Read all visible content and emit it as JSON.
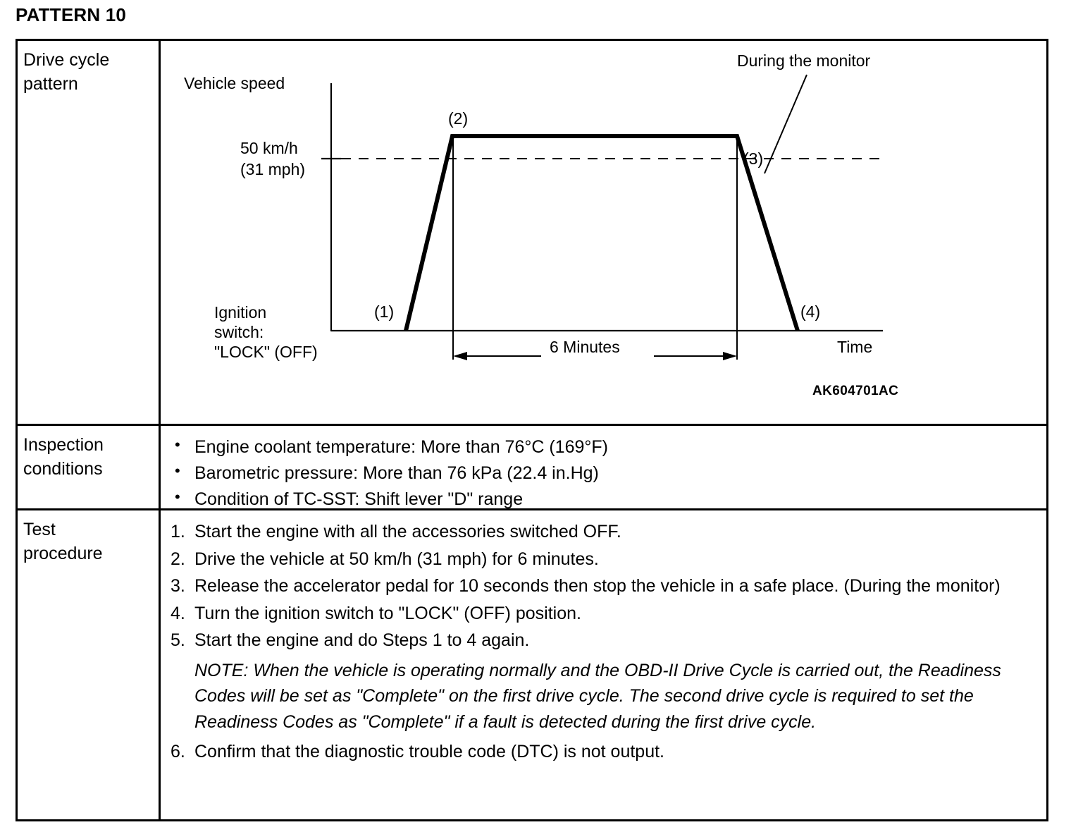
{
  "page": {
    "title": "PATTERN 10"
  },
  "table": {
    "rows": [
      {
        "label": "Drive cycle\npattern"
      },
      {
        "label": "Inspection\nconditions"
      },
      {
        "label": "Test\nprocedure"
      }
    ],
    "row_labels": {
      "drive_cycle": "Drive cycle pattern",
      "inspection": "Inspection conditions",
      "test": "Test procedure"
    }
  },
  "diagram": {
    "y_axis_label": "Vehicle speed",
    "x_axis_label": "Time",
    "speed_label_line1": "50 km/h",
    "speed_label_line2": "(31 mph)",
    "ignition_label_line1": "Ignition",
    "ignition_label_line2": "switch:",
    "ignition_label_line3": "\"LOCK\" (OFF)",
    "monitor_callout": "During the monitor",
    "duration_label": "6 Minutes",
    "figure_code": "AK604701AC",
    "points": [
      {
        "id": "1",
        "label": "(1)"
      },
      {
        "id": "2",
        "label": "(2)"
      },
      {
        "id": "3",
        "label": "(3)"
      },
      {
        "id": "4",
        "label": "(4)"
      }
    ]
  },
  "chart_data": {
    "type": "line",
    "title": "Drive cycle pattern",
    "xlabel": "Time",
    "ylabel": "Vehicle speed",
    "series": [
      {
        "name": "Vehicle speed",
        "x": [
          0,
          1,
          7,
          8
        ],
        "y": [
          0,
          50,
          50,
          0
        ],
        "point_labels": [
          "(1)",
          "(2)",
          "(3)",
          "(4)"
        ]
      }
    ],
    "reference_lines": [
      {
        "axis": "y",
        "value": 50,
        "label": "50 km/h (31 mph)",
        "style": "dashed"
      }
    ],
    "annotations": [
      {
        "text": "During the monitor",
        "target": "deceleration segment between (3) and (4)"
      },
      {
        "text": "6 Minutes",
        "span": "from (2) to (3)"
      },
      {
        "text": "Ignition switch: \"LOCK\" (OFF)",
        "target": "x-axis baseline"
      }
    ],
    "grid": false,
    "legend": "none"
  },
  "inspection_conditions": [
    "Engine coolant temperature: More than 76°C (169°F)",
    "Barometric pressure: More than 76 kPa (22.4 in.Hg)",
    "Condition of TC-SST: Shift lever \"D\" range"
  ],
  "test_procedure": {
    "steps": [
      {
        "num": "1.",
        "text": "Start the engine with all the accessories switched OFF."
      },
      {
        "num": "2.",
        "text": "Drive the vehicle at 50 km/h (31 mph) for 6 minutes."
      },
      {
        "num": "3.",
        "text": "Release the accelerator pedal for 10 seconds then stop the vehicle in a safe place. (During the monitor)"
      },
      {
        "num": "4.",
        "text": "Turn the ignition switch to \"LOCK\" (OFF) position."
      },
      {
        "num": "5.",
        "text": "Start the engine and do Steps 1 to 4 again."
      }
    ],
    "note": "NOTE: When the vehicle is operating normally and the OBD-II Drive Cycle is carried out, the Readiness Codes will be set as \"Complete\" on the first drive cycle. The second drive cycle is required to set the Readiness Codes as \"Complete\" if a fault is detected during the first drive cycle.",
    "final_step": {
      "num": "6.",
      "text": "Confirm that the diagnostic trouble code (DTC) is not output."
    }
  },
  "colors": {
    "ink": "#000000",
    "paper": "#ffffff"
  }
}
